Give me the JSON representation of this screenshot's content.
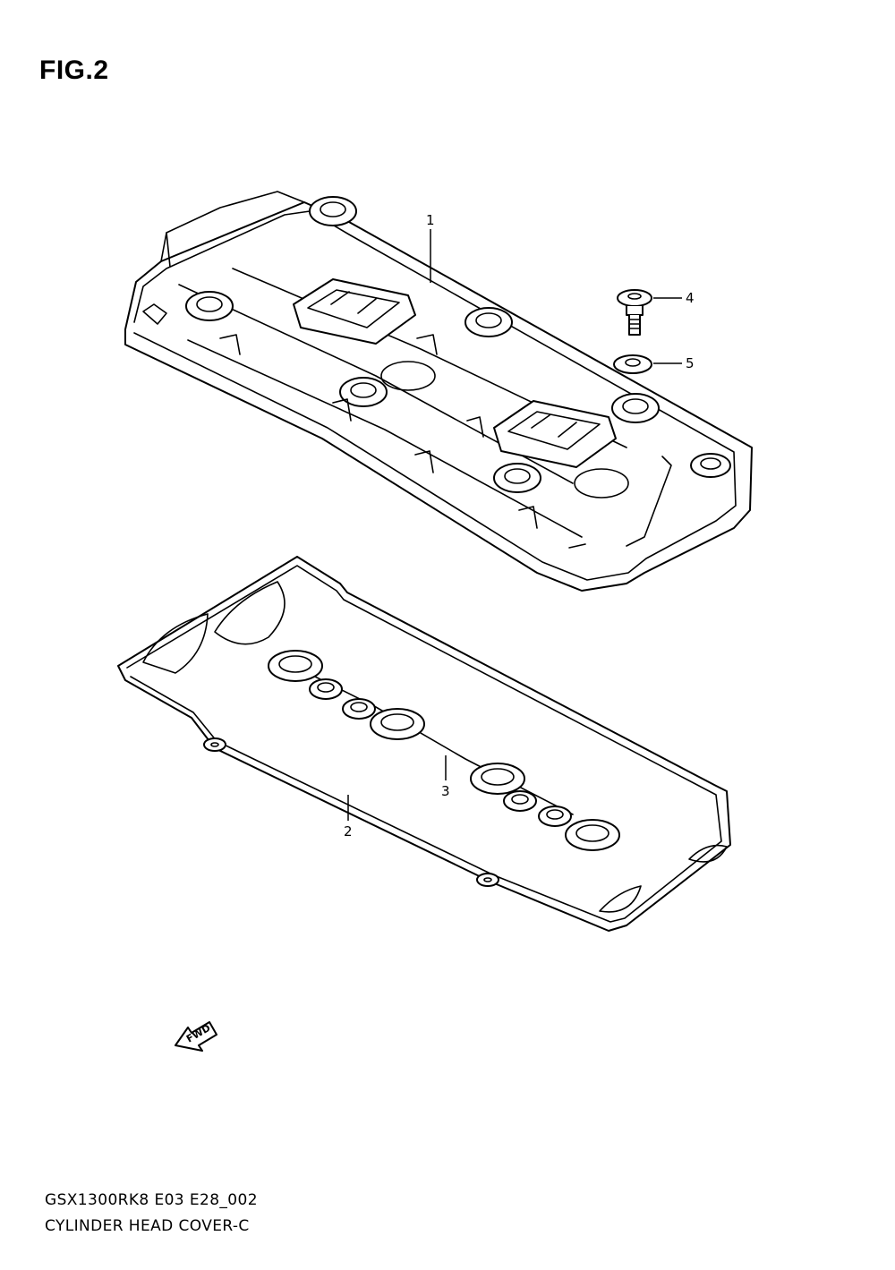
{
  "figure": {
    "title": "FIG.2"
  },
  "callouts": [
    {
      "id": "1",
      "label": "1",
      "part": "cylinder-head-cover"
    },
    {
      "id": "2",
      "label": "2",
      "part": "cover-gasket"
    },
    {
      "id": "3",
      "label": "3",
      "part": "plug-hole-gasket"
    },
    {
      "id": "4",
      "label": "4",
      "part": "cover-bolt"
    },
    {
      "id": "5",
      "label": "5",
      "part": "bolt-washer"
    }
  ],
  "direction_indicator": {
    "label": "FWD"
  },
  "footer": {
    "model_code": "GSX1300RK8 E03 E28_002",
    "diagram_name": "CYLINDER HEAD COVER-C"
  }
}
